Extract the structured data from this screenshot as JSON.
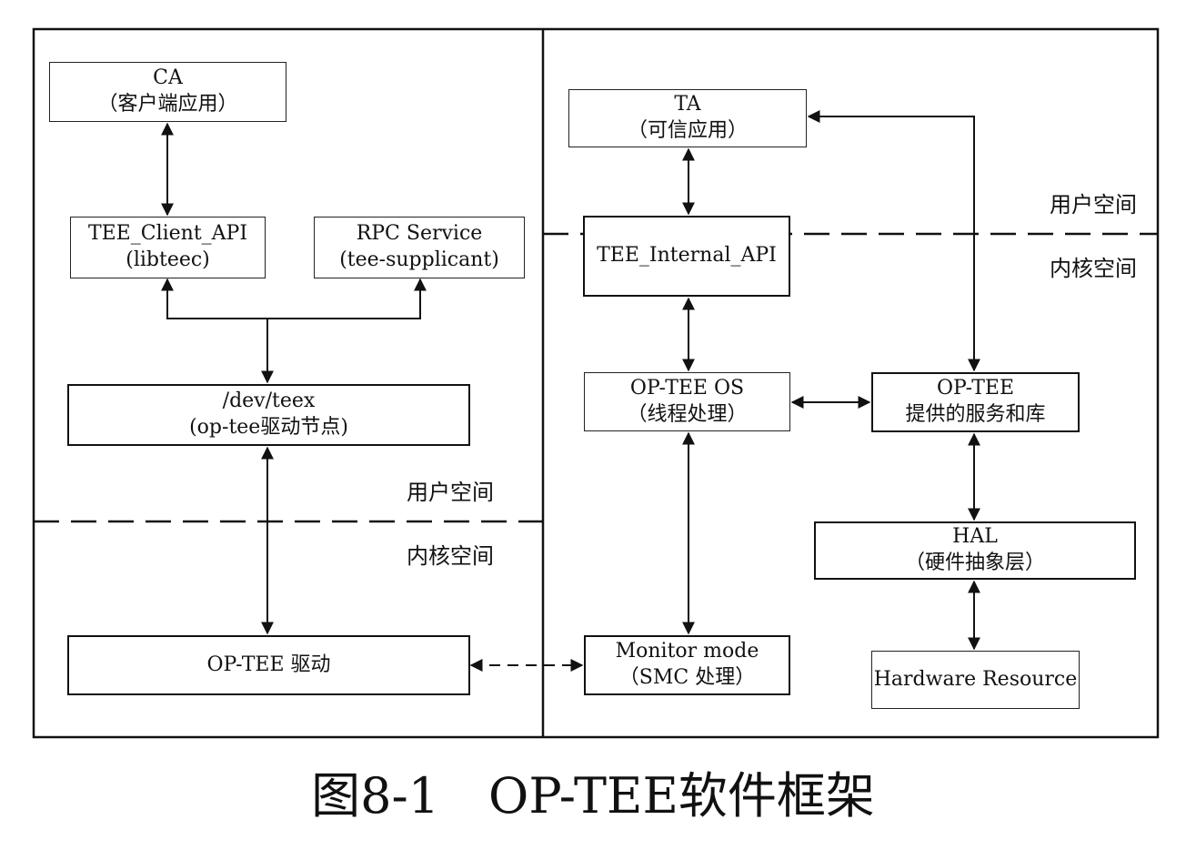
{
  "diagram": {
    "nodes": {
      "ca": {
        "line1": "CA",
        "line2": "（客户端应用）"
      },
      "tee_client_api": {
        "line1": "TEE_Client_API",
        "line2": "(libteec)"
      },
      "rpc_service": {
        "line1": "RPC Service",
        "line2": "(tee-supplicant)"
      },
      "dev_teex": {
        "line1": "/dev/teex",
        "line2": "(op-tee驱动节点)"
      },
      "optee_driver": {
        "line1": "OP-TEE 驱动"
      },
      "ta": {
        "line1": "TA",
        "line2": "（可信应用）"
      },
      "tee_internal_api": {
        "line1": "TEE_Internal_API"
      },
      "optee_os": {
        "line1": "OP-TEE OS",
        "line2": "（线程处理）"
      },
      "optee_services": {
        "line1": "OP-TEE",
        "line2": "提供的服务和库"
      },
      "hal": {
        "line1": "HAL",
        "line2": "（硬件抽象层）"
      },
      "monitor_mode": {
        "line1": "Monitor mode",
        "line2": "（SMC 处理）"
      },
      "hardware_resource": {
        "line1": "Hardware Resource"
      }
    },
    "labels": {
      "left_user_space": "用户空间",
      "left_kernel_space": "内核空间",
      "right_user_space": "用户空间",
      "right_kernel_space": "内核空间"
    },
    "caption": "图8-1　OP-TEE软件框架",
    "edges": [
      {
        "from": "ca",
        "to": "tee_client_api",
        "style": "solid",
        "arrows": "both"
      },
      {
        "from": "tee_client_api",
        "to": "dev_teex",
        "style": "solid",
        "arrows": "both"
      },
      {
        "from": "rpc_service",
        "to": "dev_teex",
        "style": "solid",
        "arrows": "both"
      },
      {
        "from": "dev_teex",
        "to": "optee_driver",
        "style": "solid",
        "arrows": "both"
      },
      {
        "from": "optee_driver",
        "to": "monitor_mode",
        "style": "dashed",
        "arrows": "both"
      },
      {
        "from": "ta",
        "to": "tee_internal_api",
        "style": "solid",
        "arrows": "both"
      },
      {
        "from": "tee_internal_api",
        "to": "optee_os",
        "style": "solid",
        "arrows": "both"
      },
      {
        "from": "optee_os",
        "to": "optee_services",
        "style": "solid",
        "arrows": "both"
      },
      {
        "from": "optee_services",
        "to": "ta",
        "style": "solid",
        "arrows": "both"
      },
      {
        "from": "optee_os",
        "to": "monitor_mode",
        "style": "solid",
        "arrows": "both"
      },
      {
        "from": "optee_services",
        "to": "hal",
        "style": "solid",
        "arrows": "both"
      },
      {
        "from": "hal",
        "to": "hardware_resource",
        "style": "solid",
        "arrows": "both"
      }
    ]
  }
}
